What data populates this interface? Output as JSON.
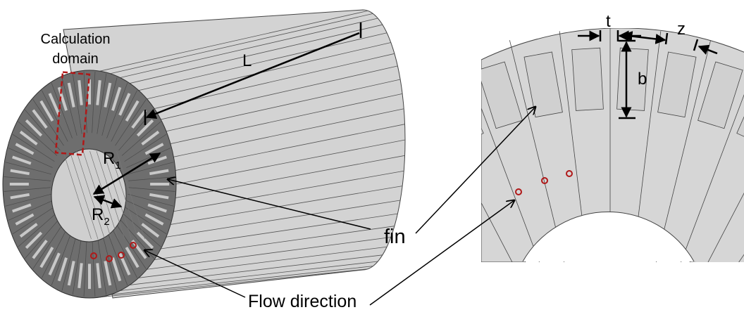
{
  "labels": {
    "calculation_domain_line1": "Calculation",
    "calculation_domain_line2": "domain",
    "length": "L",
    "radius_outer_base": "R",
    "radius_outer_sub": "1",
    "radius_inner_base": "R",
    "radius_inner_sub": "2",
    "fin": "fin",
    "flow_direction": "Flow direction",
    "thickness": "t",
    "height": "b",
    "spacing": "z"
  },
  "colors": {
    "cylinder_body": "#d3d3d3",
    "annulus_face": "#6e6e6e",
    "slot": "#c8c8c8",
    "inner_bore": "#cfcfcf",
    "section_fill": "#d6d6d6",
    "domain_marker": "#b01818",
    "flow_marker": "#b01818",
    "arrow": "#000000"
  },
  "icons": {
    "dimension_arrow": "double-headed-arrow",
    "flow_marker": "small-circle"
  }
}
